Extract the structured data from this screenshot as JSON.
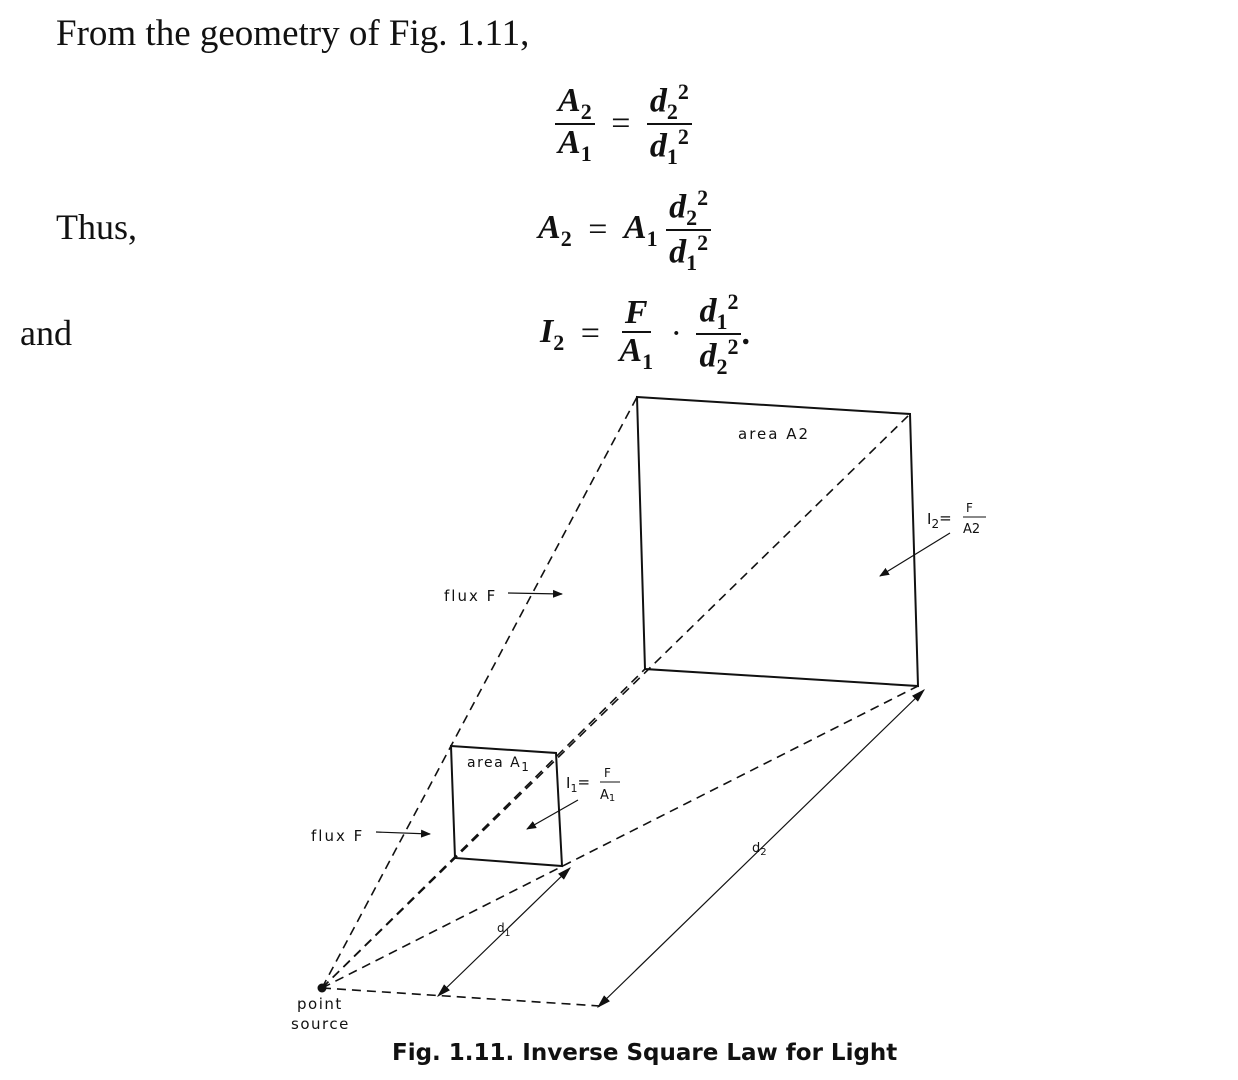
{
  "text": {
    "intro": "From the geometry of Fig. 1.11,",
    "thus": "Thus,",
    "and": "and",
    "caption": "Fig. 1.11.  Inverse Square Law for Light"
  },
  "equations": {
    "eq1": {
      "num_var": "A",
      "num_sub": "2",
      "den_var": "A",
      "den_sub": "1",
      "op": "=",
      "rnum_var": "d",
      "rnum_sub": "2",
      "rnum_sup": "2",
      "rden_var": "d",
      "rden_sub": "1",
      "rden_sup": "2"
    },
    "eq2": {
      "lhs_var": "A",
      "lhs_sub": "2",
      "op": "=",
      "coef_var": "A",
      "coef_sub": "1",
      "num_var": "d",
      "num_sub": "2",
      "num_sup": "2",
      "den_var": "d",
      "den_sub": "1",
      "den_sup": "2"
    },
    "eq3": {
      "lhs_var": "I",
      "lhs_sub": "2",
      "op": "=",
      "f_num": "F",
      "f_den_var": "A",
      "f_den_sub": "1",
      "dot": "·",
      "d_num_var": "d",
      "d_num_sub": "1",
      "d_num_sup": "2",
      "d_den_var": "d",
      "d_den_sub": "2",
      "d_den_sup": "2",
      "end": "."
    }
  },
  "figure": {
    "area2_label": "area A",
    "area2_sub": "2",
    "area1_label": "area A",
    "area1_sub": "1",
    "flux_upper": "flux F",
    "flux_lower": "flux F",
    "i2_var": "I",
    "i2_sub": "2",
    "i2_eq": "=",
    "i2_num": "F",
    "i2_den_var": "A",
    "i2_den_sub": "2",
    "i1_var": "I",
    "i1_sub": "1",
    "i1_eq": "=",
    "i1_num": "F",
    "i1_den_var": "A",
    "i1_den_sub": "1",
    "d1_var": "d",
    "d1_sub": "1",
    "d2_var": "d",
    "d2_sub": "2",
    "point_label": "point",
    "source_label": "source"
  }
}
